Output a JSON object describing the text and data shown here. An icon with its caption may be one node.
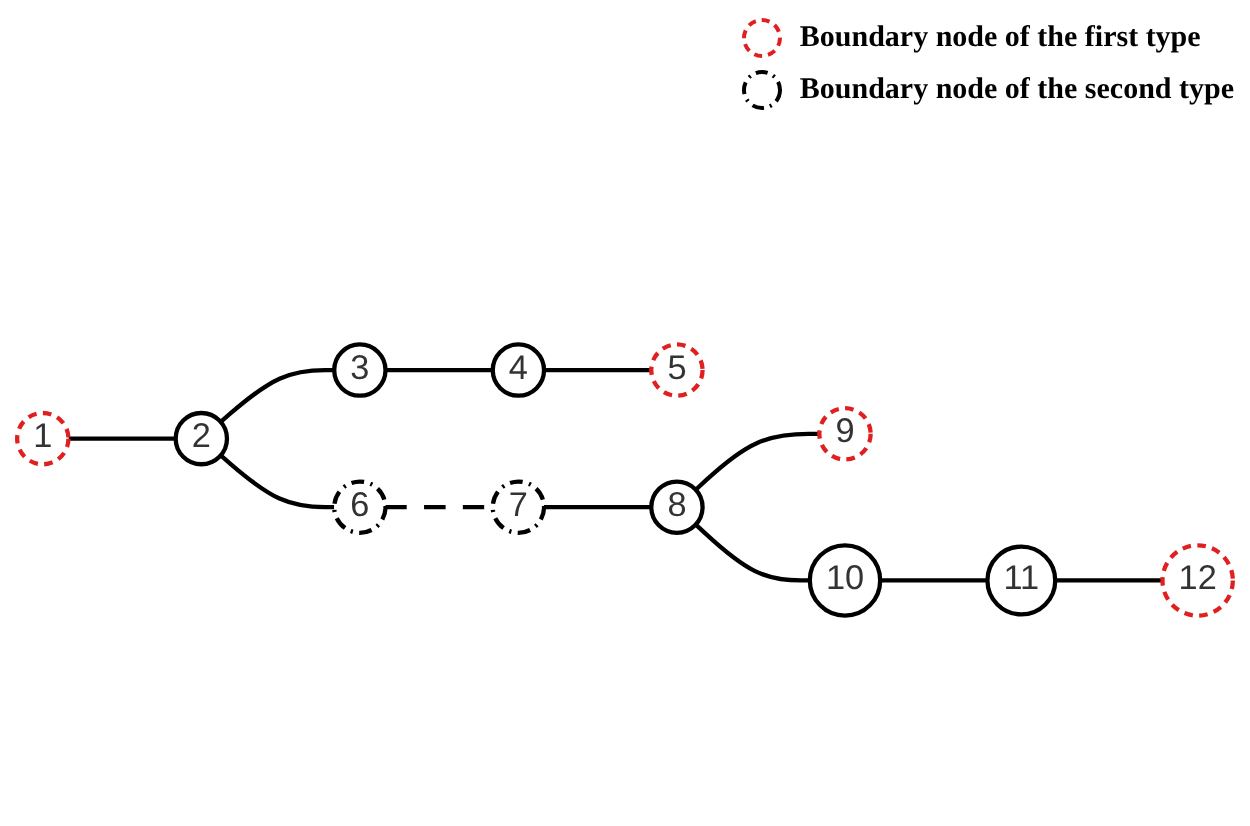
{
  "diagram": {
    "nodes": [
      {
        "text": [
          "1"
        ]
      },
      {
        "text": [
          "2"
        ]
      },
      {
        "text": [
          "3"
        ]
      },
      {
        "text": [
          "4"
        ]
      },
      {
        "text": [
          "5"
        ]
      },
      {
        "text": [
          "6"
        ]
      },
      {
        "text": [
          "7"
        ]
      },
      {
        "text": [
          "8"
        ]
      },
      {
        "text": [
          "9"
        ]
      },
      {
        "text": [
          "10"
        ]
      },
      {
        "text": [
          "11"
        ]
      },
      {
        "text": [
          "12"
        ]
      }
    ],
    "edges": [
      {
        "from": 0,
        "to": 1,
        "arrow": "none"
      },
      {
        "from": 1,
        "to": 5,
        "arrow": "none"
      },
      {
        "from": 5,
        "to": 6,
        "arrow": "none",
        "style": "dashed"
      },
      {
        "from": 6,
        "to": 7,
        "arrow": "none"
      },
      {
        "from": 7,
        "to": 8,
        "arrow": "none"
      },
      {
        "from": 1,
        "to": 2,
        "arrow": "none"
      },
      {
        "from": 2,
        "to": 3,
        "arrow": "none"
      },
      {
        "from": 3,
        "to": 4,
        "arrow": "none"
      },
      {
        "from": 7,
        "to": 9,
        "arrow": "none"
      },
      {
        "from": 9,
        "to": 10,
        "arrow": "none"
      },
      {
        "from": 10,
        "to": 11,
        "arrow": "none"
      }
    ],
    "legend": [
      {
        "text": "Boundary node of the first type"
      },
      {
        "text": "Boundary node of the second type"
      }
    ]
  }
}
